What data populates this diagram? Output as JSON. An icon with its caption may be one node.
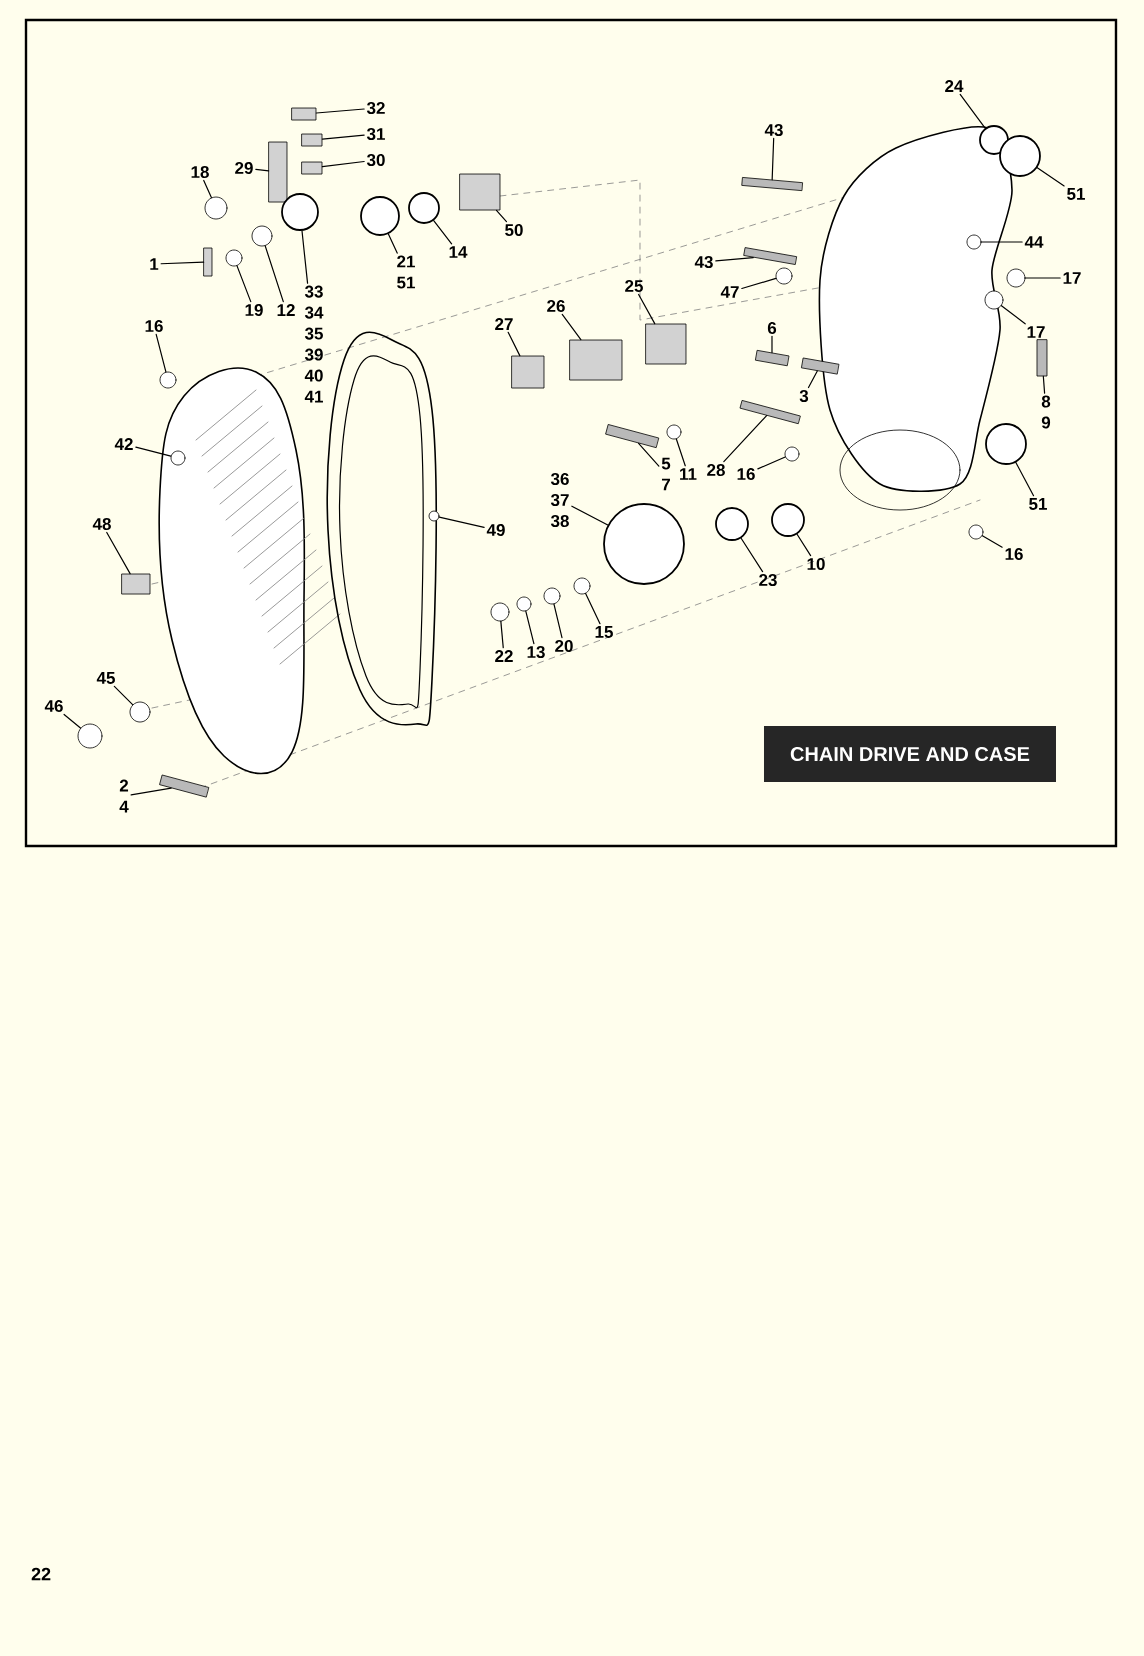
{
  "diagram": {
    "title": "CHAIN DRIVE AND CASE",
    "nodes": [
      {
        "text": [
          "32"
        ]
      },
      {
        "text": [
          "31"
        ]
      },
      {
        "text": [
          "30"
        ]
      },
      {
        "text": [
          "29"
        ]
      },
      {
        "text": [
          "43"
        ]
      },
      {
        "text": [
          "24"
        ]
      },
      {
        "text": [
          "51"
        ]
      },
      {
        "text": [
          "18"
        ]
      },
      {
        "text": [
          "50"
        ]
      },
      {
        "text": [
          "44"
        ]
      },
      {
        "text": [
          "14"
        ]
      },
      {
        "text": [
          "1"
        ]
      },
      {
        "text": [
          "21",
          "51"
        ]
      },
      {
        "text": [
          "43"
        ]
      },
      {
        "text": [
          "17"
        ]
      },
      {
        "text": [
          "47"
        ]
      },
      {
        "text": [
          "25"
        ]
      },
      {
        "text": [
          "12"
        ]
      },
      {
        "text": [
          "19"
        ]
      },
      {
        "text": [
          "33",
          "34",
          "35",
          "39",
          "40",
          "41"
        ]
      },
      {
        "text": [
          "16"
        ]
      },
      {
        "text": [
          "26"
        ]
      },
      {
        "text": [
          "27"
        ]
      },
      {
        "text": [
          "6"
        ]
      },
      {
        "text": [
          "17"
        ]
      },
      {
        "text": [
          "3"
        ]
      },
      {
        "text": [
          "8",
          "9"
        ]
      },
      {
        "text": [
          "42"
        ]
      },
      {
        "text": [
          "36",
          "37",
          "38"
        ]
      },
      {
        "text": [
          "5",
          "7"
        ]
      },
      {
        "text": [
          "11"
        ]
      },
      {
        "text": [
          "28"
        ]
      },
      {
        "text": [
          "16"
        ]
      },
      {
        "text": [
          "51"
        ]
      },
      {
        "text": [
          "48"
        ]
      },
      {
        "text": [
          "49"
        ]
      },
      {
        "text": [
          "16"
        ]
      },
      {
        "text": [
          "10"
        ]
      },
      {
        "text": [
          "23"
        ]
      },
      {
        "text": [
          "15"
        ]
      },
      {
        "text": [
          "22"
        ]
      },
      {
        "text": [
          "13"
        ]
      },
      {
        "text": [
          "20"
        ]
      },
      {
        "text": [
          "45"
        ]
      },
      {
        "text": [
          "46"
        ]
      },
      {
        "text": [
          "2",
          "4"
        ]
      },
      {
        "text": [],
        "shape": "box"
      },
      {
        "text": [],
        "shape": "box"
      },
      {
        "text": [],
        "shape": "box"
      },
      {
        "text": [],
        "shape": "box"
      },
      {
        "text": [],
        "shape": "box"
      },
      {
        "text": [],
        "shape": "circle"
      },
      {
        "text": [],
        "shape": "circle"
      },
      {
        "text": [],
        "shape": "circle"
      },
      {
        "text": [],
        "shape": "box"
      },
      {
        "text": [],
        "shape": "circle"
      },
      {
        "text": [],
        "shape": "circle"
      },
      {
        "text": [],
        "shape": "box"
      },
      {
        "text": [],
        "shape": "circle"
      },
      {
        "text": [],
        "shape": "box"
      },
      {
        "text": [],
        "shape": "circle"
      },
      {
        "text": [],
        "shape": "circle"
      },
      {
        "text": [],
        "shape": "box"
      },
      {
        "text": [],
        "shape": "circle"
      },
      {
        "text": [],
        "shape": "circle"
      },
      {
        "text": [],
        "shape": "circle"
      },
      {
        "text": [],
        "shape": "circle"
      },
      {
        "text": [],
        "shape": "box"
      },
      {
        "text": [],
        "shape": "box"
      },
      {
        "text": [],
        "shape": "box"
      },
      {
        "text": [],
        "shape": "circle"
      },
      {
        "text": [],
        "shape": "box"
      },
      {
        "text": [],
        "shape": "box"
      },
      {
        "text": [],
        "shape": "circle"
      },
      {
        "text": [],
        "shape": "circle"
      },
      {
        "text": [],
        "shape": "box"
      },
      {
        "text": [],
        "shape": "circle"
      },
      {
        "text": [],
        "shape": "box"
      },
      {
        "text": [],
        "shape": "circle"
      },
      {
        "text": [],
        "shape": "circle"
      },
      {
        "text": [],
        "shape": "box"
      },
      {
        "text": [],
        "shape": "circle"
      },
      {
        "text": [],
        "shape": "circle"
      },
      {
        "text": [],
        "shape": "circle"
      },
      {
        "text": [],
        "shape": "circle"
      },
      {
        "text": [],
        "shape": "circle"
      },
      {
        "text": [],
        "shape": "circle"
      },
      {
        "text": [],
        "shape": "circle"
      },
      {
        "text": [],
        "shape": "circle"
      },
      {
        "text": [],
        "shape": "circle"
      },
      {
        "text": [],
        "shape": "circle"
      },
      {
        "text": [],
        "shape": "box"
      }
    ],
    "edges": [
      {
        "from": 0,
        "to": 46,
        "arrow": "none"
      },
      {
        "from": 1,
        "to": 47,
        "arrow": "none"
      },
      {
        "from": 2,
        "to": 48,
        "arrow": "none"
      },
      {
        "from": 3,
        "to": 49,
        "arrow": "none"
      },
      {
        "from": 4,
        "to": 50,
        "arrow": "none"
      },
      {
        "from": 5,
        "to": 51,
        "arrow": "none"
      },
      {
        "from": 6,
        "to": 52,
        "arrow": "none"
      },
      {
        "from": 7,
        "to": 53,
        "arrow": "none"
      },
      {
        "from": 8,
        "to": 54,
        "arrow": "none"
      },
      {
        "from": 9,
        "to": 55,
        "arrow": "none"
      },
      {
        "from": 10,
        "to": 56,
        "arrow": "none"
      },
      {
        "from": 11,
        "to": 57,
        "arrow": "none"
      },
      {
        "from": 12,
        "to": 58,
        "arrow": "none"
      },
      {
        "from": 13,
        "to": 59,
        "arrow": "none"
      },
      {
        "from": 14,
        "to": 60,
        "arrow": "none"
      },
      {
        "from": 15,
        "to": 61,
        "arrow": "none"
      },
      {
        "from": 16,
        "to": 62,
        "arrow": "none"
      },
      {
        "from": 17,
        "to": 63,
        "arrow": "none"
      },
      {
        "from": 18,
        "to": 64,
        "arrow": "none"
      },
      {
        "from": 19,
        "to": 65,
        "arrow": "none"
      },
      {
        "from": 20,
        "to": 66,
        "arrow": "none"
      },
      {
        "from": 21,
        "to": 67,
        "arrow": "none"
      },
      {
        "from": 22,
        "to": 68,
        "arrow": "none"
      },
      {
        "from": 23,
        "to": 69,
        "arrow": "none"
      },
      {
        "from": 24,
        "to": 70,
        "arrow": "none"
      },
      {
        "from": 25,
        "to": 71,
        "arrow": "none"
      },
      {
        "from": 26,
        "to": 72,
        "arrow": "none"
      },
      {
        "from": 27,
        "to": 73,
        "arrow": "none"
      },
      {
        "from": 28,
        "to": 74,
        "arrow": "none"
      },
      {
        "from": 29,
        "to": 75,
        "arrow": "none"
      },
      {
        "from": 30,
        "to": 76,
        "arrow": "none"
      },
      {
        "from": 31,
        "to": 77,
        "arrow": "none"
      },
      {
        "from": 32,
        "to": 78,
        "arrow": "none"
      },
      {
        "from": 33,
        "to": 79,
        "arrow": "none"
      },
      {
        "from": 34,
        "to": 80,
        "arrow": "none"
      },
      {
        "from": 35,
        "to": 81,
        "arrow": "none"
      },
      {
        "from": 36,
        "to": 82,
        "arrow": "none"
      },
      {
        "from": 37,
        "to": 83,
        "arrow": "none"
      },
      {
        "from": 38,
        "to": 84,
        "arrow": "none"
      },
      {
        "from": 39,
        "to": 85,
        "arrow": "none"
      },
      {
        "from": 40,
        "to": 86,
        "arrow": "none"
      },
      {
        "from": 41,
        "to": 87,
        "arrow": "none"
      },
      {
        "from": 42,
        "to": 88,
        "arrow": "none"
      },
      {
        "from": 43,
        "to": 89,
        "arrow": "none"
      },
      {
        "from": 44,
        "to": 90,
        "arrow": "none"
      },
      {
        "from": 45,
        "to": 91,
        "arrow": "none"
      }
    ],
    "labels": [
      "22"
    ]
  }
}
